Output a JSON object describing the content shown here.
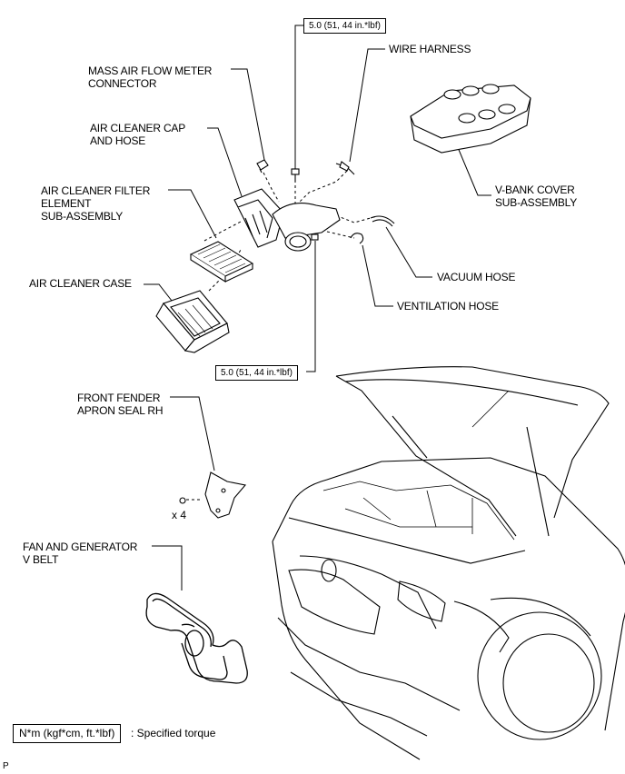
{
  "labels": {
    "wire_harness": "WIRE HARNESS",
    "maf_connector": "MASS AIR FLOW METER\nCONNECTOR",
    "cleaner_cap": "AIR CLEANER CAP\nAND HOSE",
    "filter_element": "AIR CLEANER FILTER\nELEMENT\nSUB-ASSEMBLY",
    "cleaner_case": "AIR CLEANER CASE",
    "vbank_cover": "V-BANK COVER\nSUB-ASSEMBLY",
    "vacuum_hose": "VACUUM HOSE",
    "ventilation_hose": "VENTILATION HOSE",
    "fender_seal": "FRONT FENDER\nAPRON SEAL RH",
    "fan_belt": "FAN AND GENERATOR\nV BELT"
  },
  "torque": {
    "top": "5.0 (51, 44 in.*lbf)",
    "bottom": "5.0 (51, 44 in.*lbf)"
  },
  "quantity": "x 4",
  "legend": {
    "box": "N*m (kgf*cm, ft.*lbf)",
    "text": ": Specified torque"
  },
  "figure_code": "P"
}
